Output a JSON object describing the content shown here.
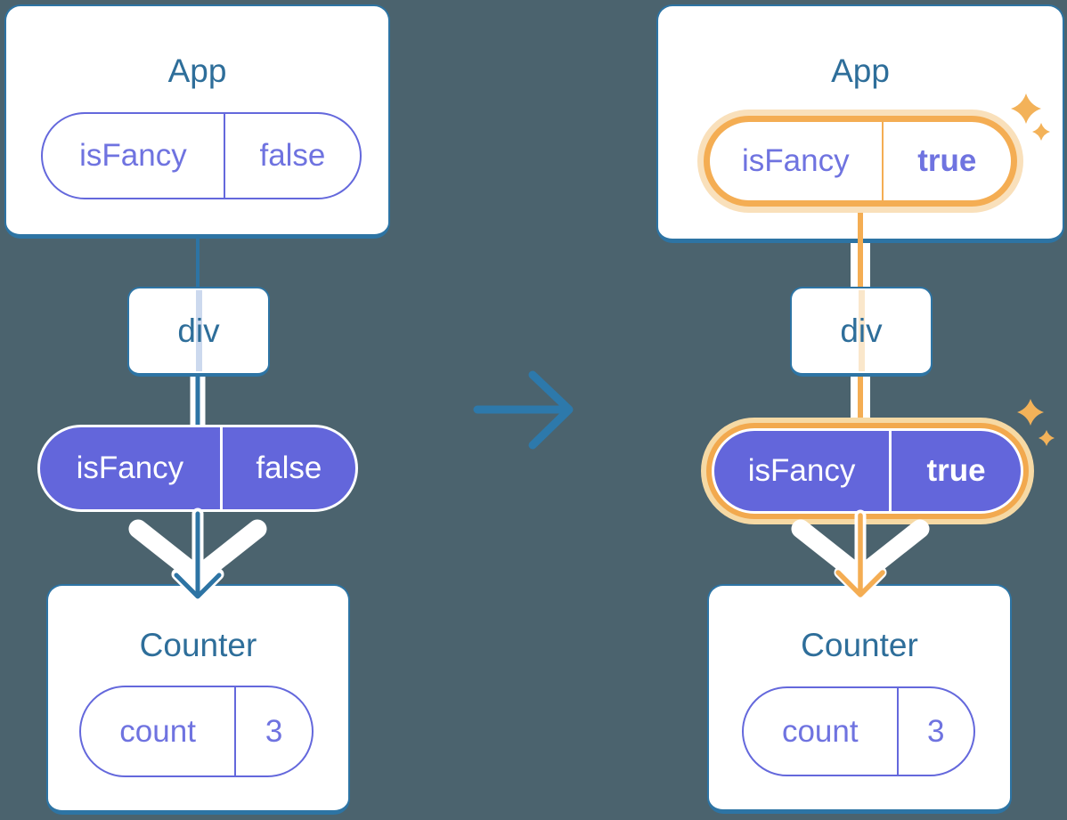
{
  "canvas": {
    "background": "#4b636e"
  },
  "colors": {
    "card_border": "#2d74a4",
    "title_text": "#2e6e9a",
    "purple_outline": "#6468dc",
    "purple_text": "#6f73e0",
    "purple_fill": "#6366db",
    "blue_line": "#2d74a4",
    "orange_highlight": "#f4ad53",
    "orange_glow": "#f9e0bb",
    "pale_blue_stripe": "#ccd9ee",
    "pale_orange_stripe": "#fae7cb",
    "sparkle": "#f3b259",
    "white": "#ffffff"
  },
  "middle_arrow": {
    "icon": "right-arrow"
  },
  "before_tree": {
    "app_card": {
      "title": "App",
      "prop_pill": {
        "key": "isFancy",
        "value": "false"
      }
    },
    "div_box": {
      "label": "div"
    },
    "context_pill": {
      "key": "isFancy",
      "value": "false"
    },
    "counter_card": {
      "title": "Counter",
      "state_pill": {
        "key": "count",
        "value": "3"
      }
    }
  },
  "after_tree": {
    "app_card": {
      "title": "App",
      "prop_pill": {
        "key": "isFancy",
        "value": "true"
      }
    },
    "div_box": {
      "label": "div"
    },
    "context_pill": {
      "key": "isFancy",
      "value": "true"
    },
    "counter_card": {
      "title": "Counter",
      "state_pill": {
        "key": "count",
        "value": "3"
      }
    }
  }
}
